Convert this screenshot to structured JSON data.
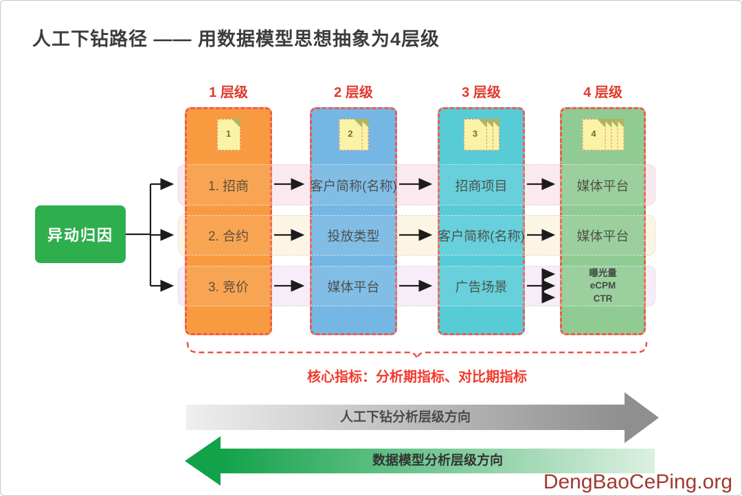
{
  "title": "人工下钻路径 —— 用数据模型思想抽象为4层级",
  "source_node": {
    "label": "异动归因"
  },
  "levels": [
    {
      "header": "1 层级",
      "icon_label": "1",
      "pages": 1,
      "color": "#f89b40",
      "rows": [
        "1. 招商",
        "2. 合约",
        "3. 竞价"
      ]
    },
    {
      "header": "2 层级",
      "icon_label": "2",
      "pages": 2,
      "color": "#74b6e4",
      "rows": [
        "客户简称(名称)",
        "投放类型",
        "媒体平台"
      ]
    },
    {
      "header": "3 层级",
      "icon_label": "3",
      "pages": 3,
      "color": "#57cbd6",
      "rows": [
        "招商项目",
        "客户简称(名称)",
        "广告场景"
      ]
    },
    {
      "header": "4 层级",
      "icon_label": "4",
      "pages": 4,
      "color": "#90cb93",
      "rows": [
        "媒体平台",
        "媒体平台",
        "曝光量\neCPM\nCTR"
      ]
    }
  ],
  "brace_label": "核心指标：分析期指标、对比期指标",
  "arrows": {
    "manual": "人工下钻分析层级方向",
    "model": "数据模型分析层级方向"
  },
  "watermark": "DengBaoCePing.org",
  "colors": {
    "level1": "#f89b40",
    "level2": "#74b6e4",
    "level3": "#57cbd6",
    "level4": "#90cb93",
    "column_border": "#f2594b",
    "header_red": "#e0382c",
    "metric_red": "#f13a2d",
    "source_green": "#2fae4e",
    "band_row1": "#fbe9f1",
    "band_row2": "#fdf5e4",
    "band_row3": "#f6edf8",
    "manual_arrow_gray": "#8f8f8f",
    "model_arrow_green": "#12a24a",
    "watermark_red": "#a03a2f"
  }
}
